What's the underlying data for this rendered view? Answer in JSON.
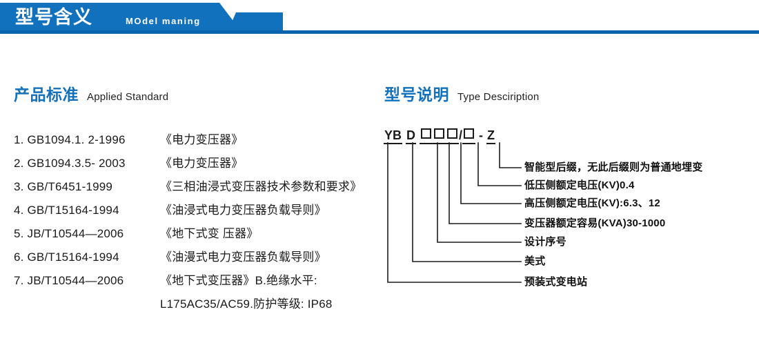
{
  "header": {
    "title_cn": "型号含义",
    "title_en": "MOdel maning",
    "banner_color": "#1271bd",
    "underbar_color": "#0a63ae"
  },
  "sections": {
    "standard": {
      "title_cn": "产品标准",
      "title_en": "Applied Standard"
    },
    "type": {
      "title_cn": "型号说明",
      "title_en": "Type Desciription"
    }
  },
  "standards": [
    {
      "code": "1. GB1094.1. 2-1996",
      "name": "《电力变压器》"
    },
    {
      "code": "2. GB1094.3.5- 2003",
      "name": "《电力变压器》"
    },
    {
      "code": "3. GB/T6451-1999",
      "name": "《三相油浸式变压器技术参数和要求》"
    },
    {
      "code": "4. GB/T15164-1994",
      "name": "《油浸式电力变压器负载导则》"
    },
    {
      "code": "5. JB/T10544—2006",
      "name": "《地下式变 压器》"
    },
    {
      "code": "6. GB/T15164-1994",
      "name": "《油漫式电力变压器负载导则》"
    },
    {
      "code": "7. JB/T10544—2006",
      "name": "《地下式变压器》B.绝缘水平:"
    },
    {
      "code": "",
      "name": "L175AC35/AC59.防护等级: IP68"
    }
  ],
  "type_code": {
    "full": "YB D □□□/□ - Z",
    "segments": [
      {
        "text": "YB",
        "kind": "letters"
      },
      {
        "text": "D",
        "kind": "letters"
      },
      {
        "text": "□",
        "kind": "box"
      },
      {
        "text": "□",
        "kind": "box"
      },
      {
        "text": "□",
        "kind": "box"
      },
      {
        "text": "/",
        "kind": "slash"
      },
      {
        "text": "□",
        "kind": "box"
      },
      {
        "text": "-",
        "kind": "dash"
      },
      {
        "text": "Z",
        "kind": "letters"
      }
    ]
  },
  "callouts": [
    {
      "id": "suffix",
      "label": "智能型后缀，无此后缀则为普通地埋变"
    },
    {
      "id": "lv-voltage",
      "label": "低压侧额定电压(KV)0.4"
    },
    {
      "id": "hv-voltage",
      "label": "高压侧额定电压(KV):6.3、12"
    },
    {
      "id": "capacity",
      "label": "变压器额定容易(KVA)30-1000"
    },
    {
      "id": "design-serial",
      "label": "设计序号"
    },
    {
      "id": "american-type",
      "label": "美式"
    },
    {
      "id": "prefab-station",
      "label": "预装式变电站"
    }
  ]
}
